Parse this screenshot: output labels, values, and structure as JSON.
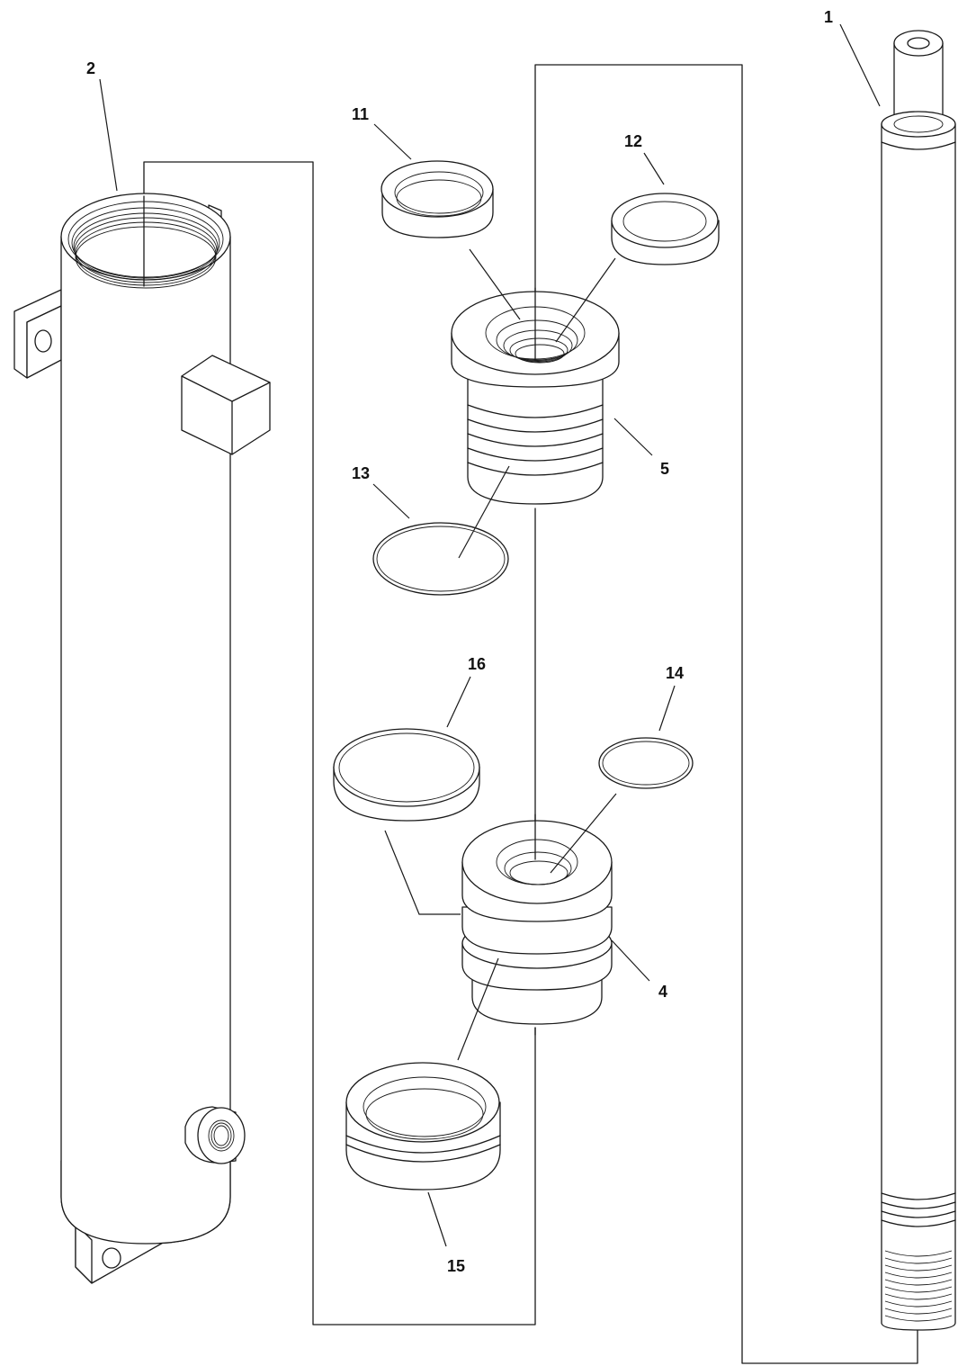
{
  "callouts": {
    "c1": "1",
    "c2": "2",
    "c4": "4",
    "c5": "5",
    "c11": "11",
    "c12": "12",
    "c13": "13",
    "c14": "14",
    "c15": "15",
    "c16": "16"
  }
}
